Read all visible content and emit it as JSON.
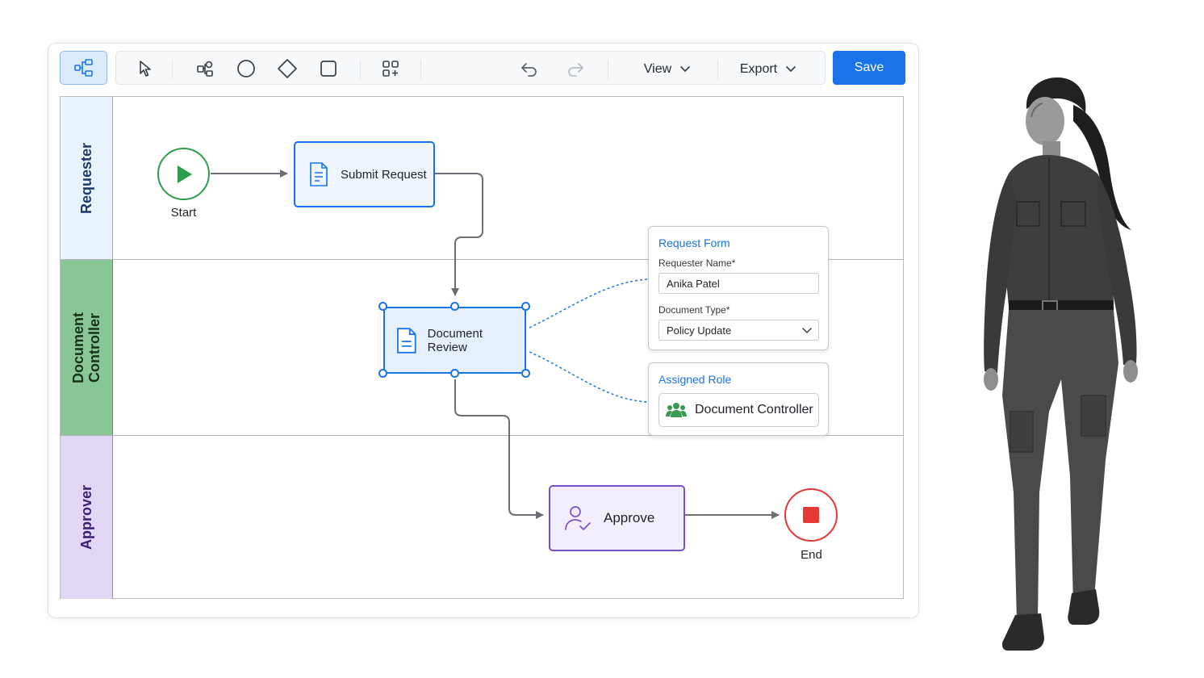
{
  "toolbar": {
    "swimlane_icon": "swimlane-diagram-icon",
    "tools": [
      "select-pointer-icon",
      "connector-shapes-icon",
      "circle-shape-icon",
      "diamond-shape-icon",
      "square-shape-icon",
      "add-component-icon"
    ],
    "undo_icon": "undo-icon",
    "redo_icon": "redo-icon",
    "view_label": "View",
    "export_label": "Export",
    "save_label": "Save"
  },
  "lanes": [
    {
      "name": "Requester",
      "color": "#e8f3fd",
      "text_color": "#1b3a6b"
    },
    {
      "name": "Document\nController",
      "color": "#88c795",
      "text_color": "#17311b"
    },
    {
      "name": "Approver",
      "color": "#e2d6f5",
      "text_color": "#3a1f72"
    }
  ],
  "nodes": {
    "start": {
      "label": "Start",
      "color": "#2e9c4a"
    },
    "submit_request": {
      "label": "Submit Request",
      "icon": "document-list-icon"
    },
    "document_review": {
      "label": "Document Review",
      "icon": "document-icon"
    },
    "approve": {
      "label": "Approve",
      "icon": "user-check-icon"
    },
    "end": {
      "label": "End",
      "color": "#e53935"
    }
  },
  "request_form": {
    "title": "Request Form",
    "requester_name_label": "Requester Name*",
    "requester_name_value": "Anika Patel",
    "document_type_label": "Document Type*",
    "document_type_value": "Policy Update"
  },
  "assigned_role": {
    "title": "Assigned Role",
    "role_icon": "users-group-icon",
    "role_label": "Document Controller"
  },
  "colors": {
    "accent": "#1a73e8",
    "connector": "#6b6f75"
  }
}
